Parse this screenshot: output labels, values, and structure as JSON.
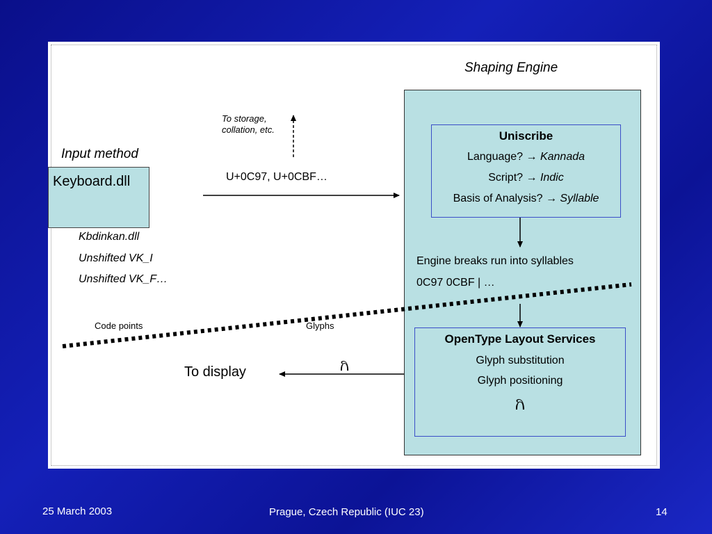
{
  "diagram": {
    "shaping_engine_title": "Shaping Engine",
    "input_method_title": "Input method",
    "keyboard_box_label": "Keyboard.dll",
    "keyboard_notes": [
      "Kbdinkan.dll",
      "Unshifted VK_I",
      "Unshifted VK_F…"
    ],
    "to_storage_label": "To storage,\ncollation, etc.",
    "code_points_value": "U+0C97, U+0CBF…",
    "uniscribe": {
      "title": "Uniscribe",
      "language_label": "Language? → ",
      "language_value": "Kannada",
      "script_label": "Script? → ",
      "script_value": "Indic",
      "basis_label": "Basis of Analysis? → ",
      "basis_value": "Syllable"
    },
    "engine_breaks": "Engine breaks run into syllables",
    "engine_breaks_value": "0C97 0CBF | …",
    "code_points_label": "Code points",
    "glyphs_label": "Glyphs",
    "otls": {
      "title": "OpenType Layout Services",
      "line1": "Glyph substitution",
      "line2": "Glyph positioning",
      "glyph": "ಗಿ"
    },
    "to_display_label": "To display",
    "display_glyph": "ಗಿ"
  },
  "footer": {
    "date": "25 March 2003",
    "venue": "Prague, Czech Republic (IUC 23)",
    "page": "14"
  },
  "colors": {
    "background": "#0c1396",
    "box_fill": "#b9e0e3",
    "inner_box_border": "#3a4ec8"
  }
}
